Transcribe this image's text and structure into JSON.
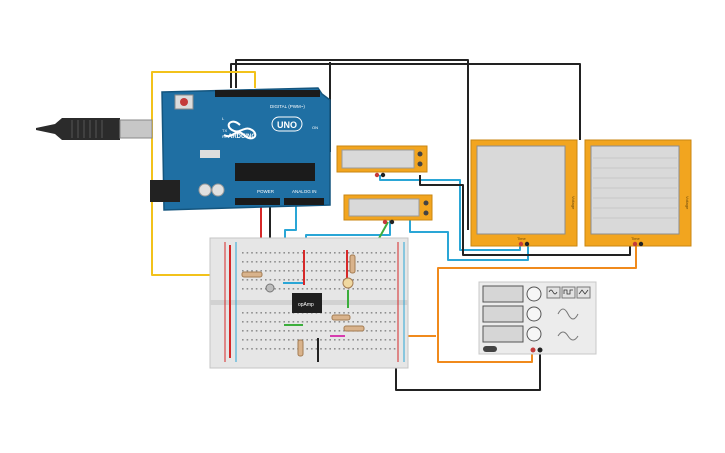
{
  "arduino": {
    "brand": "ARDUINO",
    "model": "UNO",
    "digital_header": "DIGITAL (PWM~)",
    "power_label": "POWER",
    "analog_label": "ANALOG IN",
    "on_label": "ON",
    "tx_label": "TX",
    "rx_label": "RX",
    "l_label": "L",
    "board_color": "#1f6fa3"
  },
  "breadboard": {
    "opamp_label": "opAmp"
  },
  "plotters": [
    {
      "y_label": "Voltage",
      "x_label": "Time"
    },
    {
      "y_label": "Voltage",
      "x_label": "Time"
    }
  ],
  "colors": {
    "plotter_frame": "#f2a51f",
    "plotter_screen": "#d9d9d9",
    "wire_black": "#222222",
    "wire_yellow": "#f2c21b",
    "wire_blue": "#2aa6d6",
    "wire_orange": "#f08a1c",
    "wire_red": "#d62828",
    "wire_green": "#3cae3c",
    "wire_magenta": "#d63cae"
  },
  "icons": [
    "usb-plug-icon",
    "function-generator-icon",
    "sine-wave-icon",
    "square-wave-icon",
    "triangle-wave-icon"
  ]
}
